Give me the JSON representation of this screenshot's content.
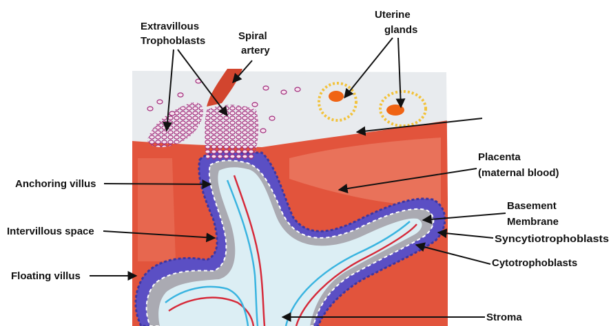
{
  "labels": {
    "extravillous": [
      "Extravillous",
      "Trophoblasts"
    ],
    "spiral_artery": [
      "Spiral",
      "artery"
    ],
    "uterine_glands": [
      "Uterine",
      "glands"
    ],
    "placenta": [
      "Placenta",
      "(maternal blood)"
    ],
    "anchoring_villus": "Anchoring villus",
    "intervillous_space": "Intervillous space",
    "floating_villus": "Floating villus",
    "basement_membrane": [
      "Basement",
      "Membrane"
    ],
    "syncytiotrophoblasts": "Syncytiotrophoblasts",
    "cytotrophoblasts": "Cytotrophoblasts",
    "stroma": "Stroma"
  },
  "colors": {
    "background": "#ffffff",
    "decidua_sky": "#e8ebee",
    "placenta_red": "#e2543c",
    "placenta_light": "#ee8a72",
    "syncytio_purple": "#5b4fc4",
    "cyto_gray": "#9a9aa0",
    "stroma_light": "#dceef4",
    "vessel_red": "#d62a3a",
    "vessel_blue": "#3ab4e0",
    "gland_orange": "#f06414",
    "gland_yellow": "#f2c23a",
    "evt_purple": "#a02a7a"
  }
}
